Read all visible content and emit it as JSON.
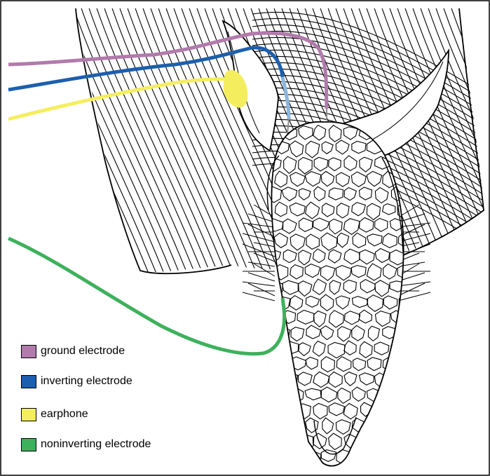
{
  "legend": {
    "items": [
      {
        "label": "ground electrode",
        "color": "#b27aac"
      },
      {
        "label": "inverting electrode",
        "color": "#1c5fae"
      },
      {
        "label": "earphone",
        "color": "#f4ee5e"
      },
      {
        "label": "noninverting electrode",
        "color": "#3db15c"
      }
    ]
  },
  "colors": {
    "outline": "#000000",
    "inverting_tip": "#8bb6de",
    "electrode_tip": "#8a8a8a",
    "background": "#ffffff"
  }
}
